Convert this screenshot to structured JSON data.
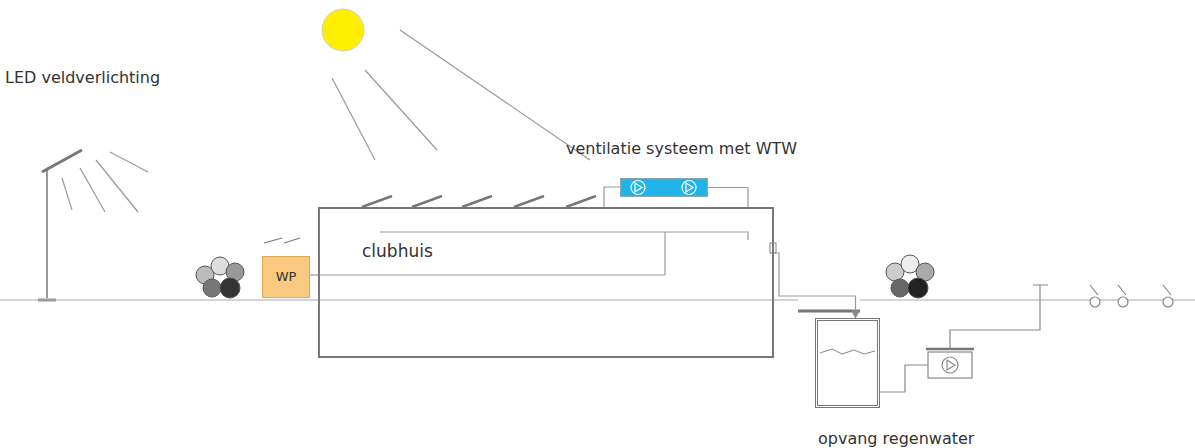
{
  "diagram": {
    "nodes": [
      {
        "text": [
          "clubhuis"
        ]
      },
      {
        "text": [
          "WP"
        ]
      },
      {
        "text": [
          "ventilatie systeem met WTW"
        ]
      },
      {
        "text": [
          "opvang regenwater"
        ]
      }
    ],
    "edges": [
      {
        "from": 1,
        "to": 0,
        "arrow": "none"
      },
      {
        "from": 2,
        "to": 0,
        "arrow": "none"
      },
      {
        "from": 0,
        "to": 3,
        "arrow": "to"
      }
    ],
    "labels": [
      "LED veldverlichting"
    ]
  }
}
